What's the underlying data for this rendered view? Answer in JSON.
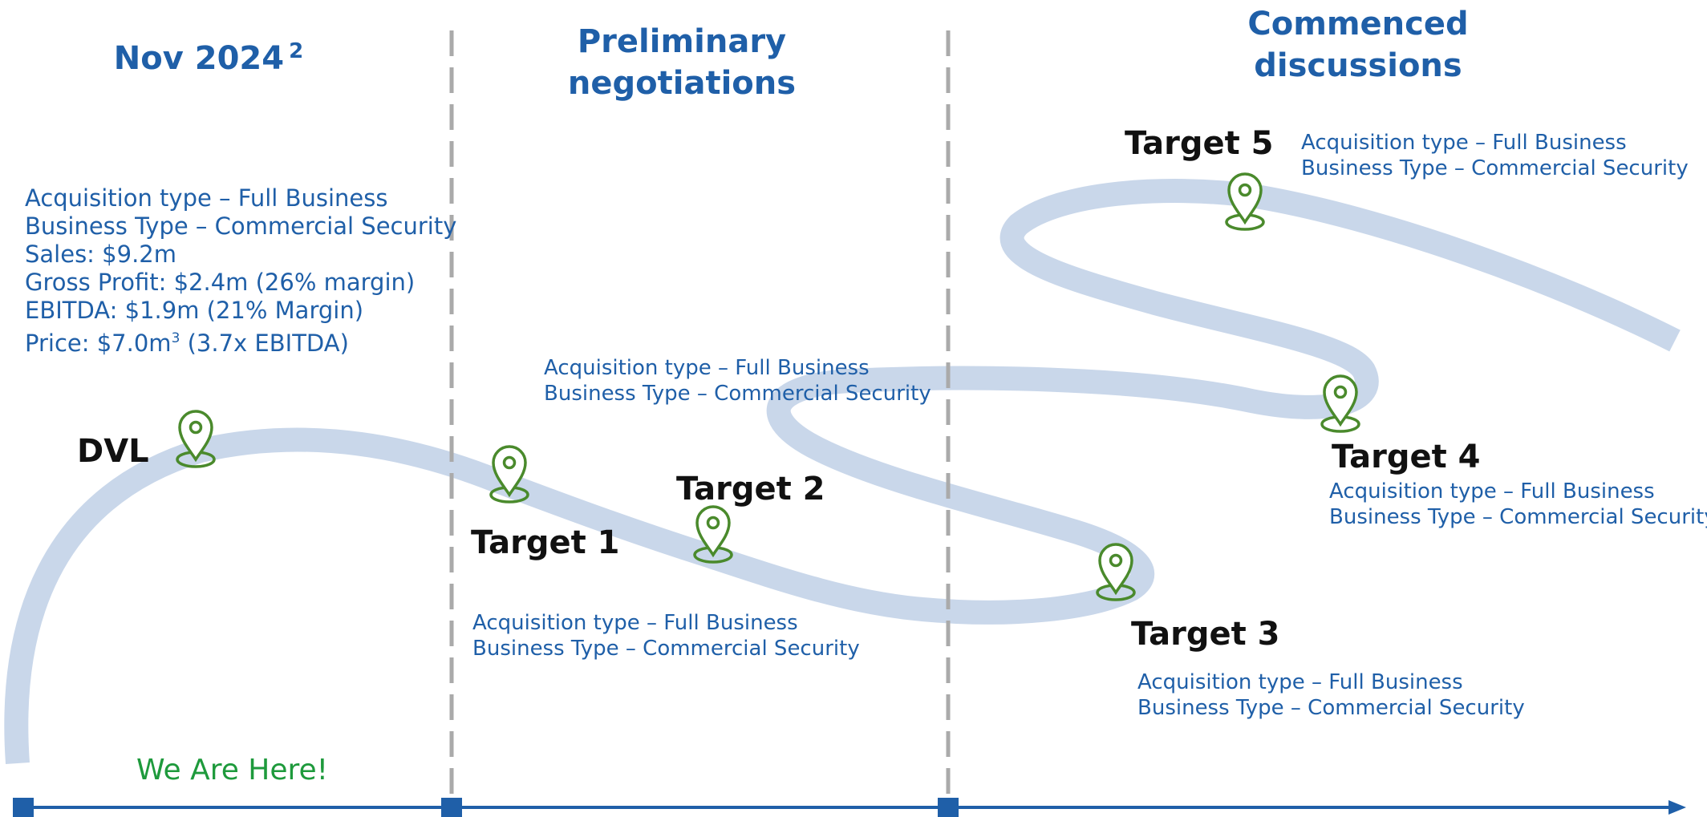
{
  "columns": {
    "col1": {
      "title": "Nov 2024",
      "superscript": "2"
    },
    "col2": {
      "title_line1": "Preliminary",
      "title_line2": "negotiations"
    },
    "col3": {
      "title_line1": "Commenced",
      "title_line2": "discussions"
    }
  },
  "dvl": {
    "name": "DVL",
    "acquisition_type": "Acquisition  type – Full Business",
    "business_type": "Business Type – Commercial Security",
    "sales": "Sales: $9.2m",
    "gross_profit": "Gross Profit: $2.4m (26% margin)",
    "ebitda": "EBITDA: $1.9m (21% Margin)",
    "price_prefix": "Price: $7.0m",
    "price_superscript": "3",
    "price_suffix": " (3.7x EBITDA)"
  },
  "targets": [
    {
      "name": "Target 1",
      "acquisition_type": "Acquisition  type – Full Business",
      "business_type": "Business Type – Commercial Security"
    },
    {
      "name": "Target 2",
      "acquisition_type": "Acquisition  type – Full Business",
      "business_type": "Business Type – Commercial Security"
    },
    {
      "name": "Target 3",
      "acquisition_type": "Acquisition  type – Full Business",
      "business_type": "Business Type – Commercial Security"
    },
    {
      "name": "Target 4",
      "acquisition_type": "Acquisition  type – Full Business",
      "business_type": "Business Type – Commercial Security"
    },
    {
      "name": "Target 5",
      "acquisition_type": "Acquisition  type – Full Business",
      "business_type": "Business Type – Commercial Security"
    }
  ],
  "we_are_here": "We Are Here!",
  "colors": {
    "heading_blue": "#1f5fa8",
    "road": "#c9d7ea",
    "pin_green": "#4a8a2c",
    "divider_gray": "#aaaaaa",
    "axis_blue": "#1f5fa8",
    "here_green": "#1e9a3c"
  },
  "icons": {
    "pin": "map-pin-icon",
    "arrow": "arrow-right-icon"
  }
}
